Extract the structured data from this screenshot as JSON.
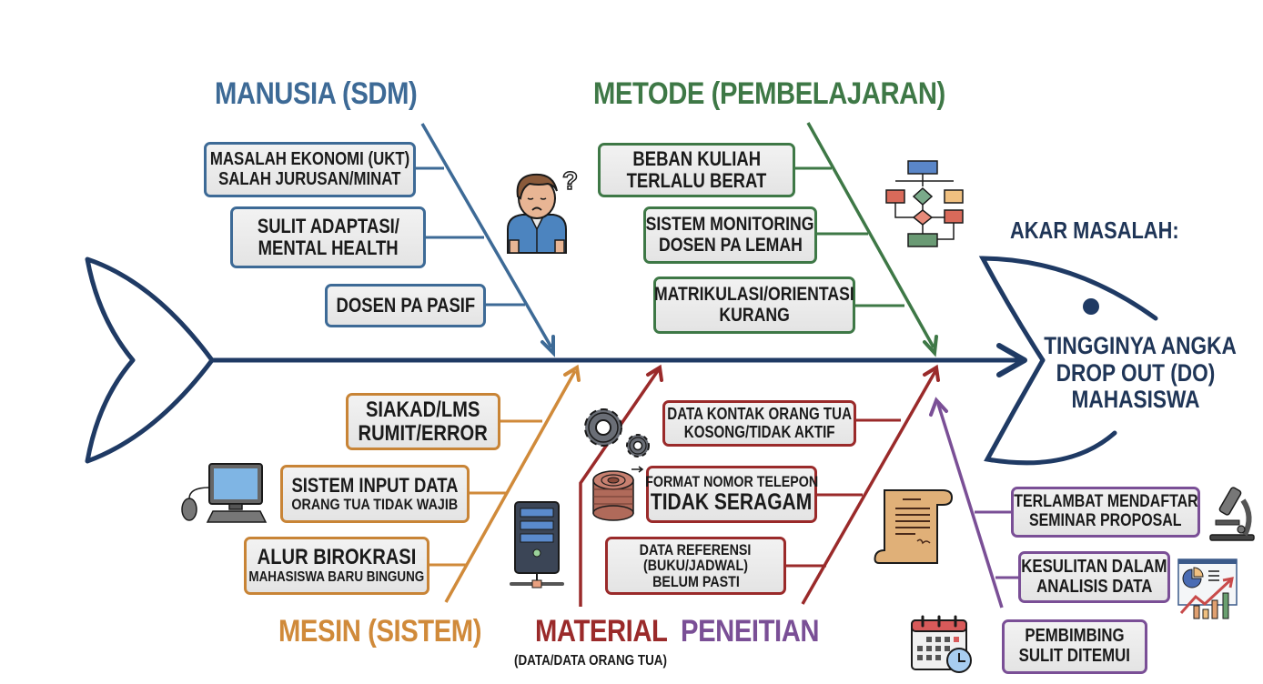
{
  "colors": {
    "spine": "#1f3a64",
    "manusia": "#3d6a96",
    "metode": "#3e7846",
    "mesin": "#d08a3a",
    "material": "#9a2a2a",
    "penelitian": "#7a4f96"
  },
  "head": {
    "label": "AKAR MASALAH:",
    "problem_lines": [
      "TINGGINYA ANGKA",
      "DROP OUT (DO)",
      "MAHASISWA"
    ]
  },
  "categories": {
    "manusia": {
      "title": "MANUSIA (SDM)",
      "causes": [
        {
          "lines": [
            "MASALAH EKONOMI (UKT)",
            "SALAH JURUSAN/MINAT"
          ]
        },
        {
          "lines": [
            "SULIT ADAPTASI/",
            "MENTAL HEALTH"
          ]
        },
        {
          "lines": [
            "DOSEN PA PASIF"
          ]
        }
      ],
      "icon": "confused-student-icon"
    },
    "metode": {
      "title": "METODE (PEMBELAJARAN)",
      "causes": [
        {
          "lines": [
            "BEBAN KULIAH",
            "TERLALU BERAT"
          ]
        },
        {
          "lines": [
            "SISTEM MONITORING",
            "DOSEN PA LEMAH"
          ]
        },
        {
          "lines": [
            "MATRIKULASI/ORIENTASI",
            "KURANG"
          ]
        }
      ],
      "icon": "flowchart-icon"
    },
    "mesin": {
      "title": "MESIN (SISTEM)",
      "causes": [
        {
          "lines": [
            "SIAKAD/LMS",
            "RUMIT/ERROR"
          ]
        },
        {
          "lines": [
            "SISTEM INPUT DATA",
            "ORANG TUA TIDAK WAJIB"
          ]
        },
        {
          "lines": [
            "ALUR BIROKRASI",
            "MAHASISWA BARU BINGUNG"
          ]
        }
      ],
      "icons": [
        "computer-icon",
        "server-icon"
      ]
    },
    "material": {
      "title": "MATERIAL",
      "subtitle": "(DATA/DATA ORANG TUA)",
      "causes": [
        {
          "lines": [
            "DATA KONTAK ORANG TUA",
            "KOSONG/TIDAK AKTIF"
          ]
        },
        {
          "lines": [
            "FORMAT NOMOR TELEPON",
            "TIDAK SERAGAM"
          ]
        },
        {
          "lines": [
            "DATA REFERENSI",
            "(BUKU/JADWAL)",
            "BELUM PASTI"
          ]
        }
      ],
      "icons": [
        "gears-icon",
        "cable-roll-icon",
        "scroll-document-icon"
      ]
    },
    "penelitian": {
      "title": "PENEITIAN",
      "causes": [
        {
          "lines": [
            "TERLAMBAT MENDAFTAR",
            "SEMINAR PROPOSAL"
          ]
        },
        {
          "lines": [
            "KESULITAN DALAM",
            "ANALISIS DATA"
          ]
        },
        {
          "lines": [
            "PEMBIMBING",
            "SULIT DITEMUI"
          ]
        }
      ],
      "icons": [
        "microscope-icon",
        "analytics-chart-icon",
        "calendar-clock-icon"
      ]
    }
  }
}
